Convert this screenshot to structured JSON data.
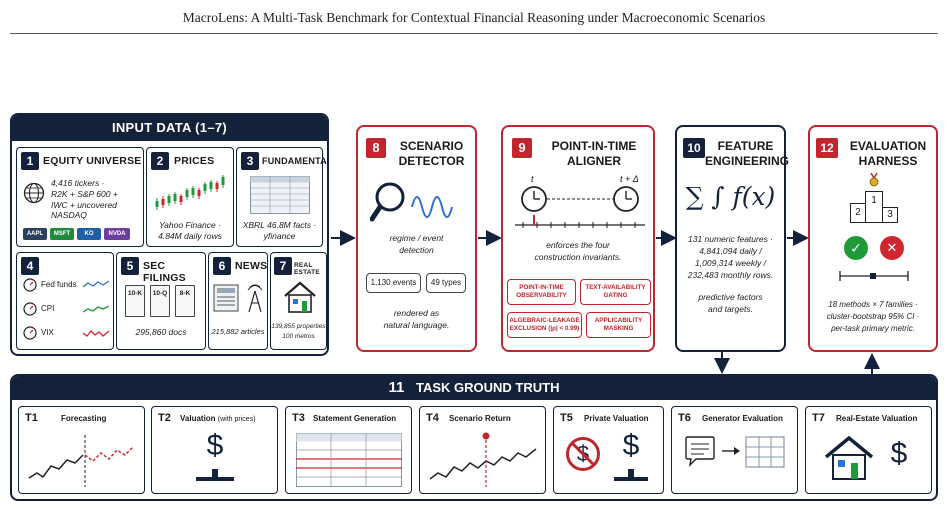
{
  "header": {
    "title": "MacroLens: A Multi-Task Benchmark for Contextual Financial Reasoning under Macroeconomic Scenarios"
  },
  "input": {
    "title": "INPUT DATA (1–7)",
    "equity": {
      "num": "1",
      "title": "EQUITY UNIVERSE",
      "line1": "4,416 tickers ·",
      "line2": "R2K + S&P 600 +",
      "line3": "IWC + uncovered NASDAQ",
      "tickers": [
        {
          "label": "AAPL",
          "color": "#2b3f5e"
        },
        {
          "label": "MSFT",
          "color": "#1f8a3b"
        },
        {
          "label": "KO",
          "color": "#1f5fa8"
        },
        {
          "label": "NVDA",
          "color": "#6b3fa0"
        }
      ]
    },
    "prices": {
      "num": "2",
      "title": "PRICES",
      "line1": "Yahoo Finance ·",
      "line2": "4.84M daily rows"
    },
    "fundamentals": {
      "num": "3",
      "title": "FUNDAMENTALS",
      "line1": "XBRL 46.8M facts ·",
      "line2": "yfinance"
    },
    "macro": {
      "num": "4",
      "rows": [
        {
          "label": "Fed funds",
          "color": "#2f6fd6"
        },
        {
          "label": "CPI",
          "color": "#1f9a3b"
        },
        {
          "label": "VIX",
          "color": "#d0262d"
        }
      ]
    },
    "sec": {
      "num": "5",
      "title": "SEC FILINGS",
      "docs": [
        "10-K",
        "10-Q",
        "8-K"
      ],
      "count": "295,860 docs"
    },
    "news": {
      "num": "6",
      "title": "NEWS",
      "count": "215,882 articles"
    },
    "realestate": {
      "num": "7",
      "title": "REAL ESTATE",
      "line1": "139,855 properties ·",
      "line2": "100 metros"
    }
  },
  "scenario": {
    "num": "8",
    "title1": "SCENARIO",
    "title2": "DETECTOR",
    "desc1": "regime / event",
    "desc2": "detection",
    "pill1": "1,130 events",
    "pill2": "49 types",
    "foot1": "rendered as",
    "foot2": "natural language."
  },
  "aligner": {
    "num": "9",
    "title1": "POINT-IN-TIME",
    "title2": "ALIGNER",
    "t0": "t",
    "t1": "t + Δ",
    "desc1": "enforces the four",
    "desc2": "construction invariants.",
    "inv": {
      "a1": "POINT-IN-TIME",
      "a2": "OBSERVABILITY",
      "b1": "TEXT-AVAILABILITY",
      "b2": "GATING",
      "c1": "ALGEBRAIC-LEAKAGE",
      "c2": "EXCLUSION (|ρ| < 0.99)",
      "d1": "APPLICABILITY",
      "d2": "MASKING"
    }
  },
  "feature": {
    "num": "10",
    "title1": "FEATURE",
    "title2": "ENGINEERING",
    "formula": "∑ ∫ f(x)",
    "desc1": "131 numeric features ·",
    "desc2": "4,841,094 daily /",
    "desc3": "1,009,314 weekly /",
    "desc4": "232,483 monthly rows.",
    "foot1": "predictive factors",
    "foot2": "and targets."
  },
  "evaluation": {
    "num": "12",
    "title1": "EVALUATION",
    "title2": "HARNESS",
    "podium": [
      "2",
      "1",
      "3"
    ],
    "desc1": "18 methods × 7 families ·",
    "desc2": "cluster-bootstrap 95% CI ·",
    "desc3": "per-task primary metric."
  },
  "groundtruth": {
    "num": "11",
    "title": "TASK GROUND TRUTH",
    "tasks": [
      {
        "id": "T1",
        "name": "Forecasting"
      },
      {
        "id": "T2",
        "name": "Valuation",
        "note": "(with prices)"
      },
      {
        "id": "T3",
        "name": "Statement Generation"
      },
      {
        "id": "T4",
        "name": "Scenario Return"
      },
      {
        "id": "T5",
        "name": "Private Valuation"
      },
      {
        "id": "T6",
        "name": "Generator Evaluation"
      },
      {
        "id": "T7",
        "name": "Real-Estate Valuation"
      }
    ]
  },
  "icons": {
    "dollar": "$",
    "check": "✓",
    "cross": "✕"
  }
}
